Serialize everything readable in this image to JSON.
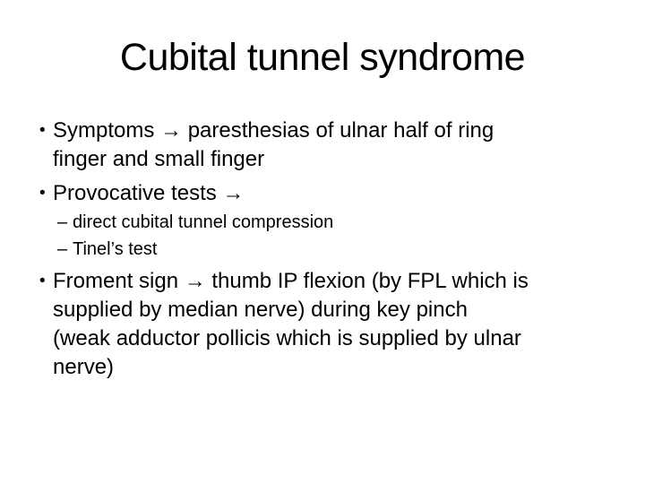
{
  "slide": {
    "title": "Cubital tunnel syndrome",
    "bullets": [
      {
        "level": 1,
        "marker": "•",
        "lines": [
          "Symptoms → paresthesias of ulnar half of ring",
          "finger and small finger"
        ]
      },
      {
        "level": 1,
        "marker": "•",
        "lines": [
          "Provocative tests →"
        ]
      },
      {
        "level": 2,
        "marker": "–",
        "lines": [
          "direct cubital tunnel compression"
        ]
      },
      {
        "level": 2,
        "marker": "–",
        "lines": [
          "Tinel’s test"
        ]
      },
      {
        "level": 1,
        "marker": "•",
        "lines": [
          "Froment sign → thumb IP flexion (by FPL which is",
          "supplied by median nerve) during key pinch",
          "(weak adductor pollicis which is supplied by ulnar",
          "nerve)"
        ]
      }
    ],
    "colors": {
      "background": "#ffffff",
      "text": "#000000"
    }
  }
}
